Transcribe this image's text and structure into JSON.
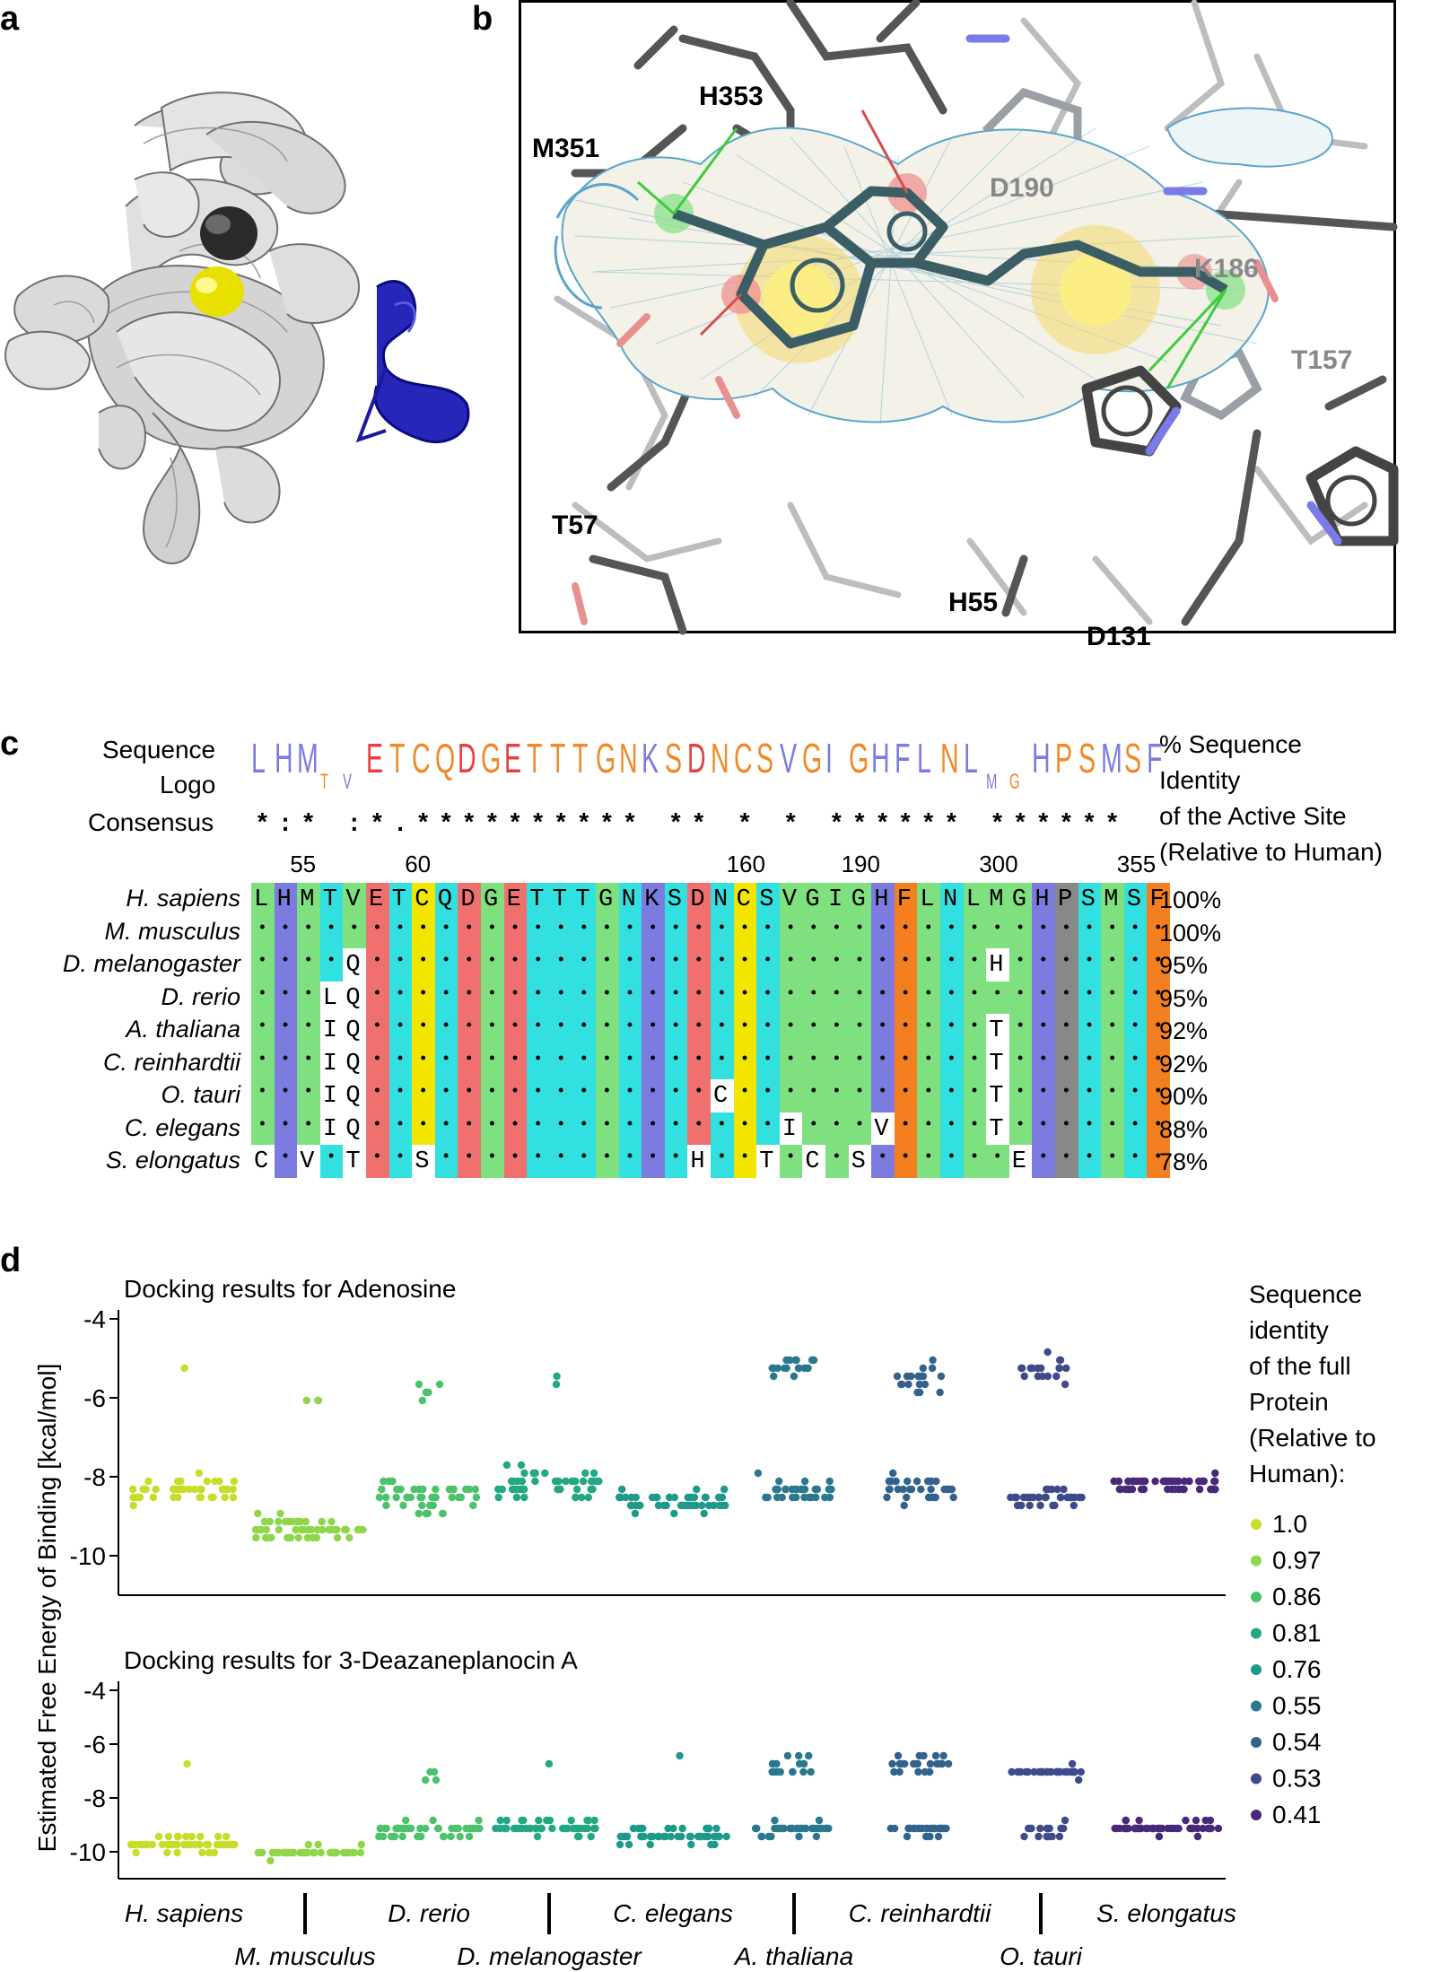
{
  "panels": {
    "a": "a",
    "b": "b",
    "c": "c",
    "d": "d"
  },
  "panel_b": {
    "residues": [
      {
        "name": "H353",
        "color": "#000000"
      },
      {
        "name": "M351",
        "color": "#000000"
      },
      {
        "name": "D190",
        "color": "#888888"
      },
      {
        "name": "K186",
        "color": "#888888"
      },
      {
        "name": "T157",
        "color": "#888888"
      },
      {
        "name": "T57",
        "color": "#000000"
      },
      {
        "name": "H55",
        "color": "#000000"
      },
      {
        "name": "D131",
        "color": "#000000"
      }
    ]
  },
  "panel_c": {
    "row_labels": {
      "sequence": "Sequence",
      "logo": "Logo",
      "consensus": "Consensus"
    },
    "identity_header": [
      "% Sequence",
      "Identity",
      "of the Active Site",
      "(Relative to Human)"
    ],
    "logo": "LHMTVETCQDGETTTGNKSDNCSVGIGHFLNLMGHPSMSF",
    "consensus": "*:* :*.********** ** * * ****** ******",
    "positions": [
      "55",
      "60",
      "160",
      "190",
      "300",
      "355"
    ],
    "residue_colors": {
      "L": "#7fe07f",
      "I": "#7fe07f",
      "V": "#7fe07f",
      "M": "#7fe07f",
      "F": "#f47f20",
      "W": "#7fe07f",
      "A": "#7fe07f",
      "C": "#f2e600",
      "G": "#7fe07f",
      "H": "#7c7ce0",
      "K": "#7c7ce0",
      "R": "#7c7ce0",
      "D": "#f07070",
      "E": "#f07070",
      "S": "#33e0e0",
      "T": "#33e0e0",
      "N": "#33e0e0",
      "Q": "#33e0e0",
      "P": "#888888"
    },
    "sequences": [
      {
        "species": "H. sapiens",
        "seq": "LHMTVETCQDGETTTGNKSDNCSVGIGHFLNLMGHPSMSF",
        "identity": "100%"
      },
      {
        "species": "M. musculus",
        "seq": "........................................",
        "identity": "100%"
      },
      {
        "species": "D. melanogaster",
        "seq": "....Q...........................H.......",
        "identity": "95%"
      },
      {
        "species": "D. rerio",
        "seq": "...LQ...................................",
        "identity": "95%"
      },
      {
        "species": "A. thaliana",
        "seq": "...IQ...........................T.......",
        "identity": "92%"
      },
      {
        "species": "C. reinhardtii",
        "seq": "...IQ...........................T.......",
        "identity": "92%"
      },
      {
        "species": "O. tauri",
        "seq": "...IQ...............C...........T.......",
        "identity": "90%"
      },
      {
        "species": "C. elegans",
        "seq": "...IQ..................I...V....T.......",
        "identity": "88%"
      },
      {
        "species": "S. elongatus",
        "seq": "C.V.T..S...........H..T.C.S......E......",
        "identity": "78%"
      }
    ]
  },
  "panel_d": {
    "ylabel": "Estimated Free Energy of Binding [kcal/mol]",
    "legend_title": [
      "Sequence",
      "identity",
      "of the full",
      "Protein",
      "(Relative to",
      "Human):"
    ],
    "legend": [
      {
        "value": "1.0",
        "color": "#c8dc2a"
      },
      {
        "value": "0.97",
        "color": "#8fd64a"
      },
      {
        "value": "0.86",
        "color": "#4cc26c"
      },
      {
        "value": "0.81",
        "color": "#22a884"
      },
      {
        "value": "0.76",
        "color": "#1f9a8a"
      },
      {
        "value": "0.55",
        "color": "#2a788e"
      },
      {
        "value": "0.54",
        "color": "#33638d"
      },
      {
        "value": "0.53",
        "color": "#3e4a89"
      },
      {
        "value": "0.41",
        "color": "#482878"
      }
    ],
    "species_top": [
      "H. sapiens",
      "D. rerio",
      "C. elegans",
      "C. reinhardtii",
      "S. elongatus"
    ],
    "species_bottom": [
      "M. musculus",
      "D. melanogaster",
      "A. thaliana",
      "O. tauri"
    ]
  },
  "chart_data": [
    {
      "type": "scatter",
      "title": "Docking results for Adenosine",
      "ylim": [
        -11,
        -4
      ],
      "yticks": [
        -4,
        -6,
        -8,
        -10
      ],
      "categories": [
        "H. sapiens",
        "M. musculus",
        "D. rerio",
        "D. melanogaster",
        "C. elegans",
        "A. thaliana",
        "C. reinhardtii",
        "O. tauri",
        "S. elongatus"
      ],
      "series": [
        {
          "name": "H. sapiens",
          "clusters": [
            {
              "center": -8.3,
              "spread": 0.5,
              "n": 48
            },
            {
              "center": -5.3,
              "spread": 0.05,
              "n": 1
            }
          ]
        },
        {
          "name": "M. musculus",
          "clusters": [
            {
              "center": -9.3,
              "spread": 0.55,
              "n": 50
            },
            {
              "center": -6.0,
              "spread": 0.4,
              "n": 3
            }
          ]
        },
        {
          "name": "D. rerio",
          "clusters": [
            {
              "center": -8.5,
              "spread": 0.7,
              "n": 44
            },
            {
              "center": -5.8,
              "spread": 0.35,
              "n": 5
            }
          ]
        },
        {
          "name": "D. melanogaster",
          "clusters": [
            {
              "center": -8.2,
              "spread": 0.6,
              "n": 46
            },
            {
              "center": -5.6,
              "spread": 0.15,
              "n": 2
            }
          ]
        },
        {
          "name": "C. elegans",
          "clusters": [
            {
              "center": -8.6,
              "spread": 0.5,
              "n": 50
            }
          ]
        },
        {
          "name": "A. thaliana",
          "clusters": [
            {
              "center": -8.3,
              "spread": 0.5,
              "n": 32
            },
            {
              "center": -5.2,
              "spread": 0.45,
              "n": 18
            }
          ]
        },
        {
          "name": "C. reinhardtii",
          "clusters": [
            {
              "center": -8.3,
              "spread": 0.55,
              "n": 32
            },
            {
              "center": -5.5,
              "spread": 0.6,
              "n": 18
            }
          ]
        },
        {
          "name": "O. tauri",
          "clusters": [
            {
              "center": -8.5,
              "spread": 0.35,
              "n": 32
            },
            {
              "center": -5.3,
              "spread": 0.7,
              "n": 18
            }
          ]
        },
        {
          "name": "S. elongatus",
          "clusters": [
            {
              "center": -8.2,
              "spread": 0.4,
              "n": 50
            }
          ]
        }
      ]
    },
    {
      "type": "scatter",
      "title": "Docking results for 3-Deazaneplanocin A",
      "ylim": [
        -11,
        -4
      ],
      "yticks": [
        -4,
        -6,
        -8,
        -10
      ],
      "categories": [
        "H. sapiens",
        "M. musculus",
        "D. rerio",
        "D. melanogaster",
        "C. elegans",
        "A. thaliana",
        "C. reinhardtii",
        "O. tauri",
        "S. elongatus"
      ],
      "series": [
        {
          "name": "H. sapiens",
          "clusters": [
            {
              "center": -9.7,
              "spread": 0.45,
              "n": 48
            },
            {
              "center": -6.8,
              "spread": 0.05,
              "n": 1
            }
          ]
        },
        {
          "name": "M. musculus",
          "clusters": [
            {
              "center": -10.0,
              "spread": 0.3,
              "n": 50
            }
          ]
        },
        {
          "name": "D. rerio",
          "clusters": [
            {
              "center": -9.2,
              "spread": 0.45,
              "n": 45
            },
            {
              "center": -7.3,
              "spread": 0.35,
              "n": 4
            }
          ]
        },
        {
          "name": "D. melanogaster",
          "clusters": [
            {
              "center": -9.1,
              "spread": 0.45,
              "n": 48
            },
            {
              "center": -6.6,
              "spread": 0.05,
              "n": 1
            }
          ]
        },
        {
          "name": "C. elegans",
          "clusters": [
            {
              "center": -9.4,
              "spread": 0.45,
              "n": 49
            },
            {
              "center": -6.4,
              "spread": 0.05,
              "n": 1
            }
          ]
        },
        {
          "name": "A. thaliana",
          "clusters": [
            {
              "center": -9.2,
              "spread": 0.4,
              "n": 34
            },
            {
              "center": -6.7,
              "spread": 0.7,
              "n": 16
            }
          ]
        },
        {
          "name": "C. reinhardtii",
          "clusters": [
            {
              "center": -9.2,
              "spread": 0.35,
              "n": 26
            },
            {
              "center": -6.7,
              "spread": 0.65,
              "n": 24
            }
          ]
        },
        {
          "name": "O. tauri",
          "clusters": [
            {
              "center": -9.2,
              "spread": 0.5,
              "n": 16
            },
            {
              "center": -7.0,
              "spread": 0.35,
              "n": 34
            }
          ]
        },
        {
          "name": "S. elongatus",
          "clusters": [
            {
              "center": -9.1,
              "spread": 0.35,
              "n": 50
            }
          ]
        }
      ]
    }
  ]
}
